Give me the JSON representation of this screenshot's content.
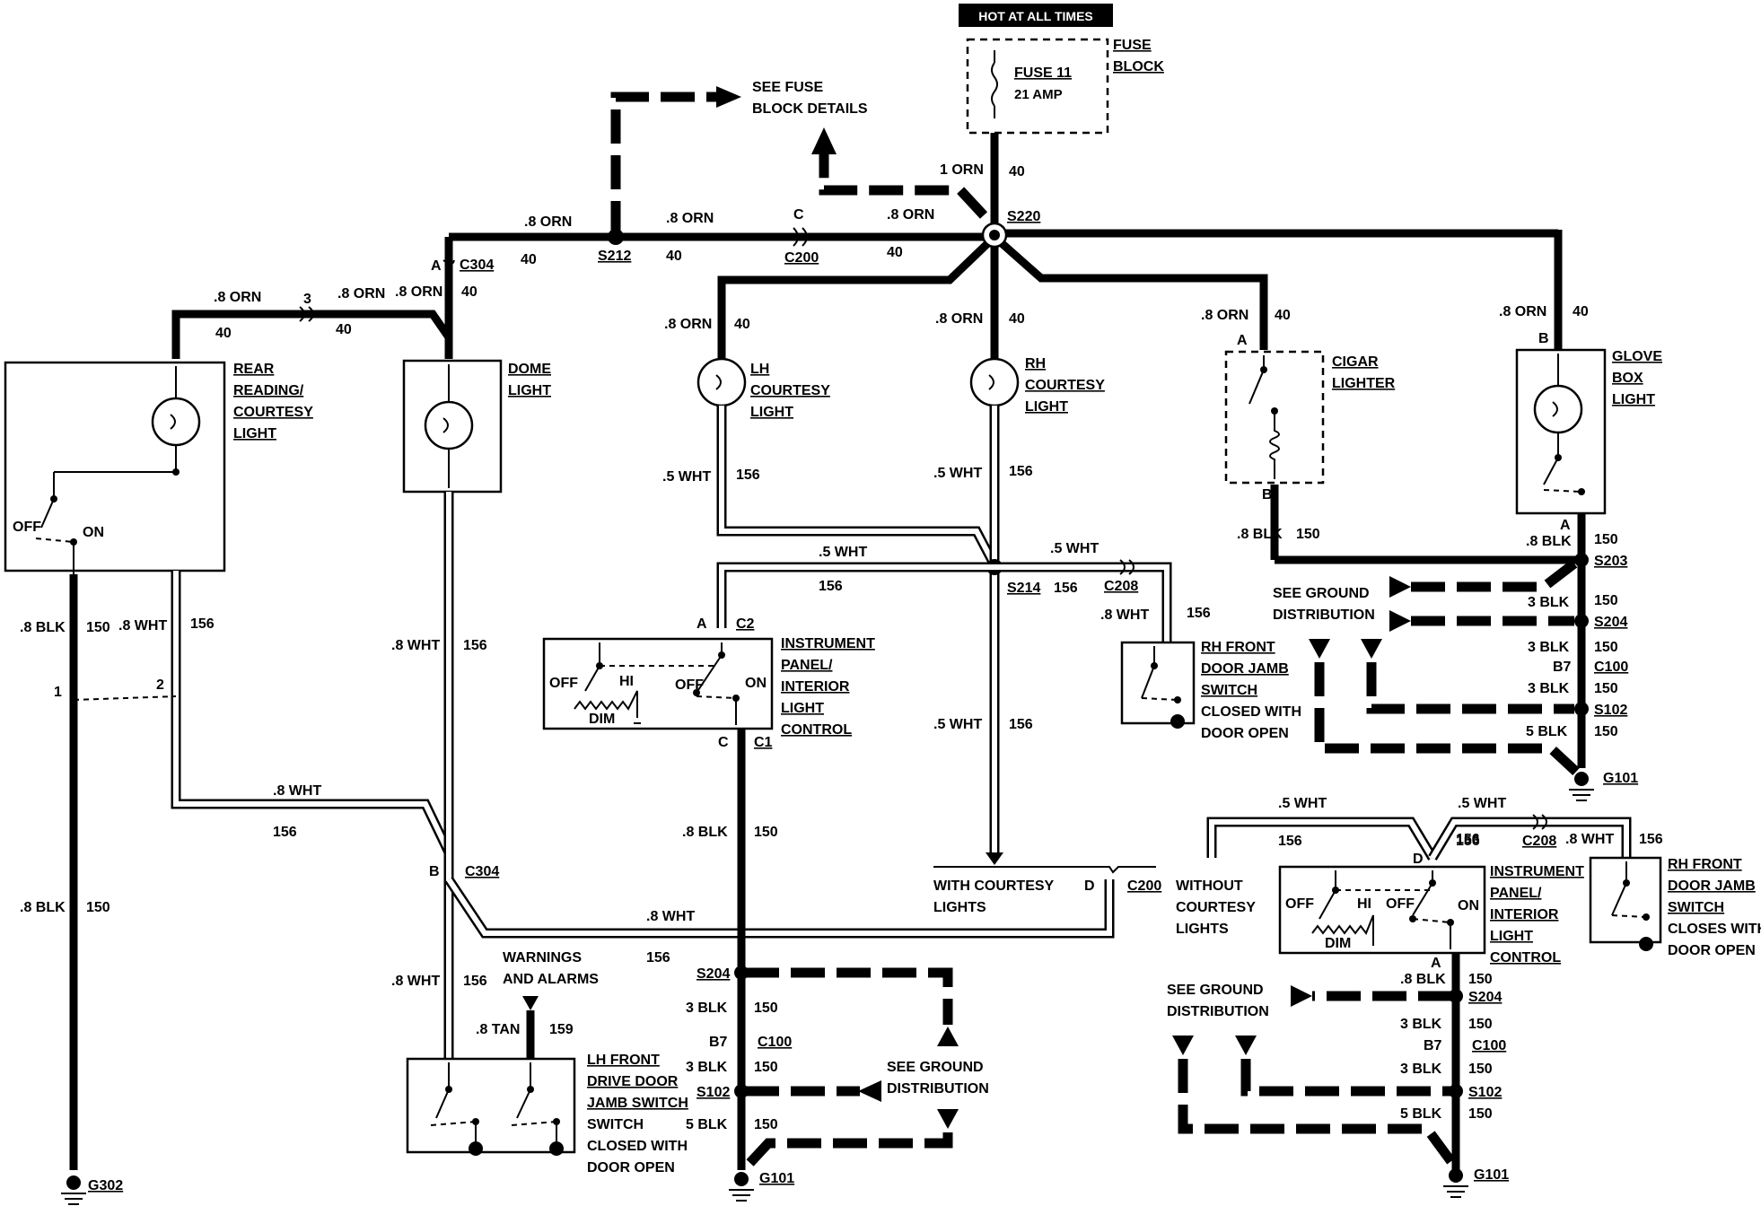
{
  "power": {
    "hot_label": "HOT AT ALL TIMES",
    "fuse_name": "FUSE 11",
    "fuse_rating": "21 AMP",
    "fuse_block_label": [
      "FUSE",
      "BLOCK"
    ],
    "see_fuse_label": [
      "SEE FUSE",
      "BLOCK DETAILS"
    ]
  },
  "wires": {
    "orn_1": "1 ORN",
    "orn_08": ".8 ORN",
    "wht_05": ".5 WHT",
    "wht_08": ".8 WHT",
    "blk_08": ".8 BLK",
    "blk_3": "3 BLK",
    "blk_5": "5 BLK",
    "tan_08": ".8 TAN",
    "c40": "40",
    "c150": "150",
    "c156": "156",
    "c159": "159"
  },
  "splices": {
    "s212": "S212",
    "s220": "S220",
    "s214": "S214",
    "s203": "S203",
    "s204": "S204",
    "s102": "S102"
  },
  "connectors": {
    "c304": "C304",
    "c200": "C200",
    "c208": "C208",
    "c2": "C2",
    "c1": "C1",
    "c100": "C100",
    "pin_a": "A",
    "pin_b": "B",
    "pin_c": "C",
    "pin_d": "D",
    "pin_b7": "B7",
    "pin_1": "1",
    "pin_2": "2",
    "pin_3": "3"
  },
  "grounds": {
    "g101": "G101",
    "g302": "G302"
  },
  "components": {
    "rear_light": [
      "REAR",
      "READING/",
      "COURTESY",
      "LIGHT"
    ],
    "dome_light": [
      "DOME",
      "LIGHT"
    ],
    "lh_courtesy": [
      "LH",
      "COURTESY",
      "LIGHT"
    ],
    "rh_courtesy": [
      "RH",
      "COURTESY",
      "LIGHT"
    ],
    "cigar_lighter": [
      "CIGAR",
      "LIGHTER"
    ],
    "glove_box": [
      "GLOVE",
      "BOX",
      "LIGHT"
    ],
    "ip_control": [
      "INSTRUMENT",
      "PANEL/",
      "INTERIOR",
      "LIGHT",
      "CONTROL"
    ],
    "rh_jamb": [
      "RH FRONT",
      "DOOR JAMB",
      "SWITCH"
    ],
    "rh_jamb_note": [
      "CLOSED WITH",
      "DOOR OPEN"
    ],
    "rh_jamb_note_alt": [
      "CLOSES WITH",
      "DOOR OPEN"
    ],
    "lh_jamb": [
      "LH FRONT",
      "DRIVE DOOR",
      "JAMB SWITCH",
      "SWITCH",
      "CLOSED WITH",
      "DOOR OPEN"
    ]
  },
  "switch_labels": {
    "off": "OFF",
    "on": "ON",
    "hi": "HI",
    "dim": "DIM"
  },
  "notes": {
    "see_ground": [
      "SEE GROUND",
      "DISTRIBUTION"
    ],
    "warnings": [
      "WARNINGS",
      "AND ALARMS"
    ],
    "with_courtesy": [
      "WITH COURTESY",
      "LIGHTS"
    ],
    "without_courtesy": [
      "WITHOUT",
      "COURTESY",
      "LIGHTS"
    ]
  }
}
